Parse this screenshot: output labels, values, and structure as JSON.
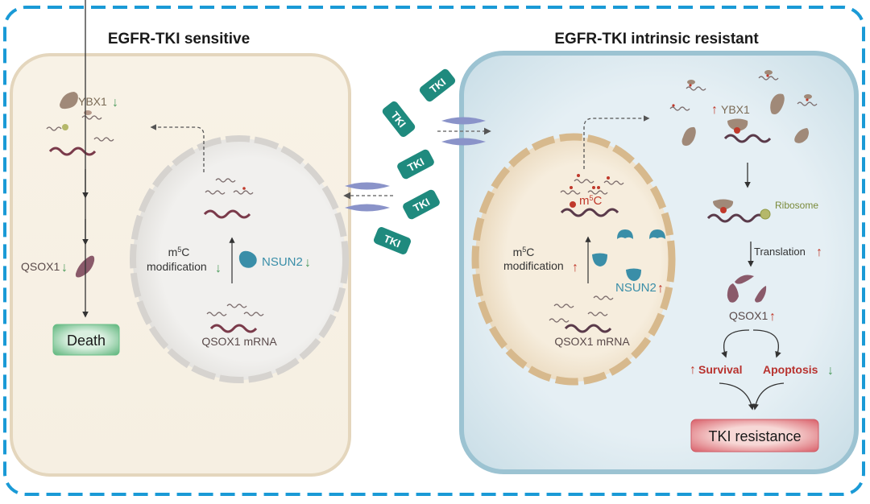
{
  "figure": {
    "left_panel": {
      "title": "EGFR-TKI sensitive",
      "ybx1_label": "YBX1",
      "ybx1_trend": "↓",
      "qsox1_label": "QSOX1",
      "qsox1_trend": "↓",
      "outcome_label": "Death",
      "nucleus": {
        "m5c_label_prefix": "m",
        "m5c_label_sup": "5",
        "m5c_label_suffix": "C",
        "modification_label": "modification",
        "modification_trend": "↓",
        "nsun2_label": "NSUN2",
        "nsun2_trend": "↓",
        "mrna_label": "QSOX1 mRNA"
      }
    },
    "right_panel": {
      "title": "EGFR-TKI intrinsic resistant",
      "ybx1_label": "YBX1",
      "ybx1_trend": "↑",
      "ribosome_label": "Ribosome",
      "translation_label": "Translation",
      "translation_trend": "↑",
      "qsox1_label": "QSOX1",
      "qsox1_trend": "↑",
      "survival_label": "Survival",
      "survival_trend": "↑",
      "apoptosis_label": "Apoptosis",
      "apoptosis_trend": "↓",
      "outcome_label": "TKI resistance",
      "nucleus": {
        "m5c_mark_prefix": "m",
        "m5c_mark_sup": "5",
        "m5c_mark_suffix": "C",
        "m5c_label_prefix": "m",
        "m5c_label_sup": "5",
        "m5c_label_suffix": "C",
        "modification_label": "modification",
        "modification_trend": "↑",
        "nsun2_label": "NSUN2",
        "nsun2_trend": "↑",
        "mrna_label": "QSOX1 mRNA"
      }
    },
    "drug": {
      "tki_labels": [
        "TKI",
        "TKI",
        "TKI",
        "TKI",
        "TKI"
      ]
    },
    "colors": {
      "frame_dash": "#1a9ad6",
      "sensitive_cell": "#f7f1e6",
      "resistant_cell": "#e3eef3",
      "tki_pill": "#1f8a7e",
      "channel": "#8a93c9",
      "up_arrow": "#c0392b",
      "down_arrow": "#4a9a5a"
    }
  }
}
